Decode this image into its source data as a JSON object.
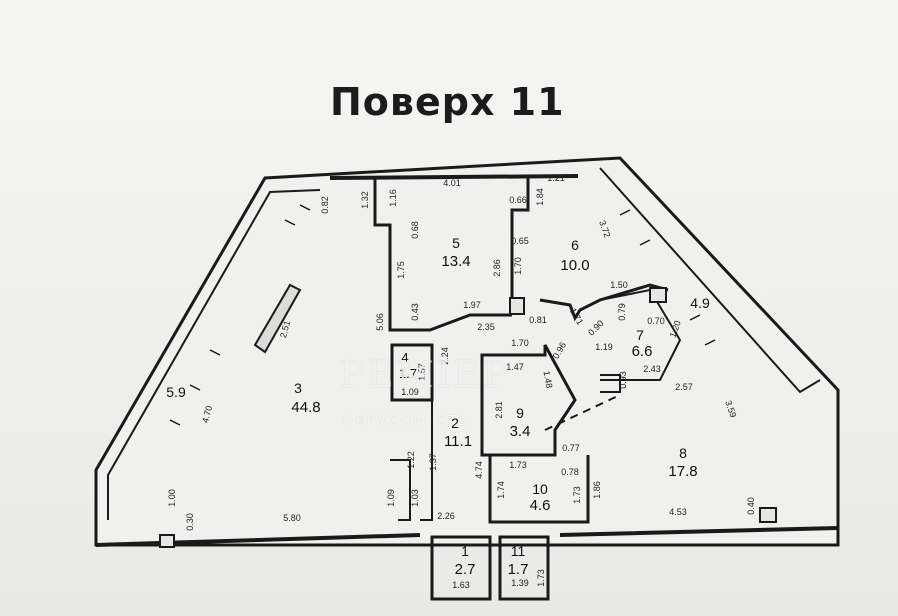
{
  "title": "Поверх 11",
  "rooms": [
    {
      "id": "3",
      "number": "3",
      "area": "44.8"
    },
    {
      "id": "5",
      "number": "5",
      "area": "13.4"
    },
    {
      "id": "6",
      "number": "6",
      "area": "10.0"
    },
    {
      "id": "7",
      "number": "7",
      "area": "6.6"
    },
    {
      "id": "8",
      "number": "8",
      "area": "17.8"
    },
    {
      "id": "2",
      "number": "2",
      "area": "11.1"
    },
    {
      "id": "4",
      "number": "4",
      "area": "1.7"
    },
    {
      "id": "9",
      "number": "9",
      "area": "3.4"
    },
    {
      "id": "10",
      "number": "10",
      "area": "4.6"
    },
    {
      "id": "1",
      "number": "1",
      "area": "2.7"
    },
    {
      "id": "11",
      "number": "11",
      "area": "1.7"
    }
  ],
  "balconies": [
    "5.9",
    "4.9"
  ],
  "dimensions": [
    "4.01",
    "1.21",
    "1.32",
    "1.16",
    "0.82",
    "0.66",
    "1.84",
    "3.72",
    "0.68",
    "0.65",
    "1.75",
    "2.86",
    "1.70",
    "1.50",
    "5.06",
    "0.43",
    "1.97",
    "0.81",
    "1.71",
    "0.79",
    "0.70",
    "1.20",
    "2.51",
    "2.35",
    "1.70",
    "0.90",
    "1.19",
    "2.24",
    "1.47",
    "0.96",
    "1.57",
    "1.48",
    "2.43",
    "2.57",
    "4.70",
    "1.09",
    "2.81",
    "0.93",
    "0.77",
    "3.59",
    "1.22",
    "1.37",
    "4.74",
    "1.73",
    "0.78",
    "1.74",
    "1.73",
    "1.86",
    "1.00",
    "0.30",
    "1.09",
    "1.03",
    "5.80",
    "2.26",
    "4.53",
    "0.40",
    "1.63",
    "1.39",
    "1.73"
  ],
  "watermark": {
    "brand": "РЕМІЕР",
    "subtitle": "НЕРУХОМІСТЬ"
  }
}
